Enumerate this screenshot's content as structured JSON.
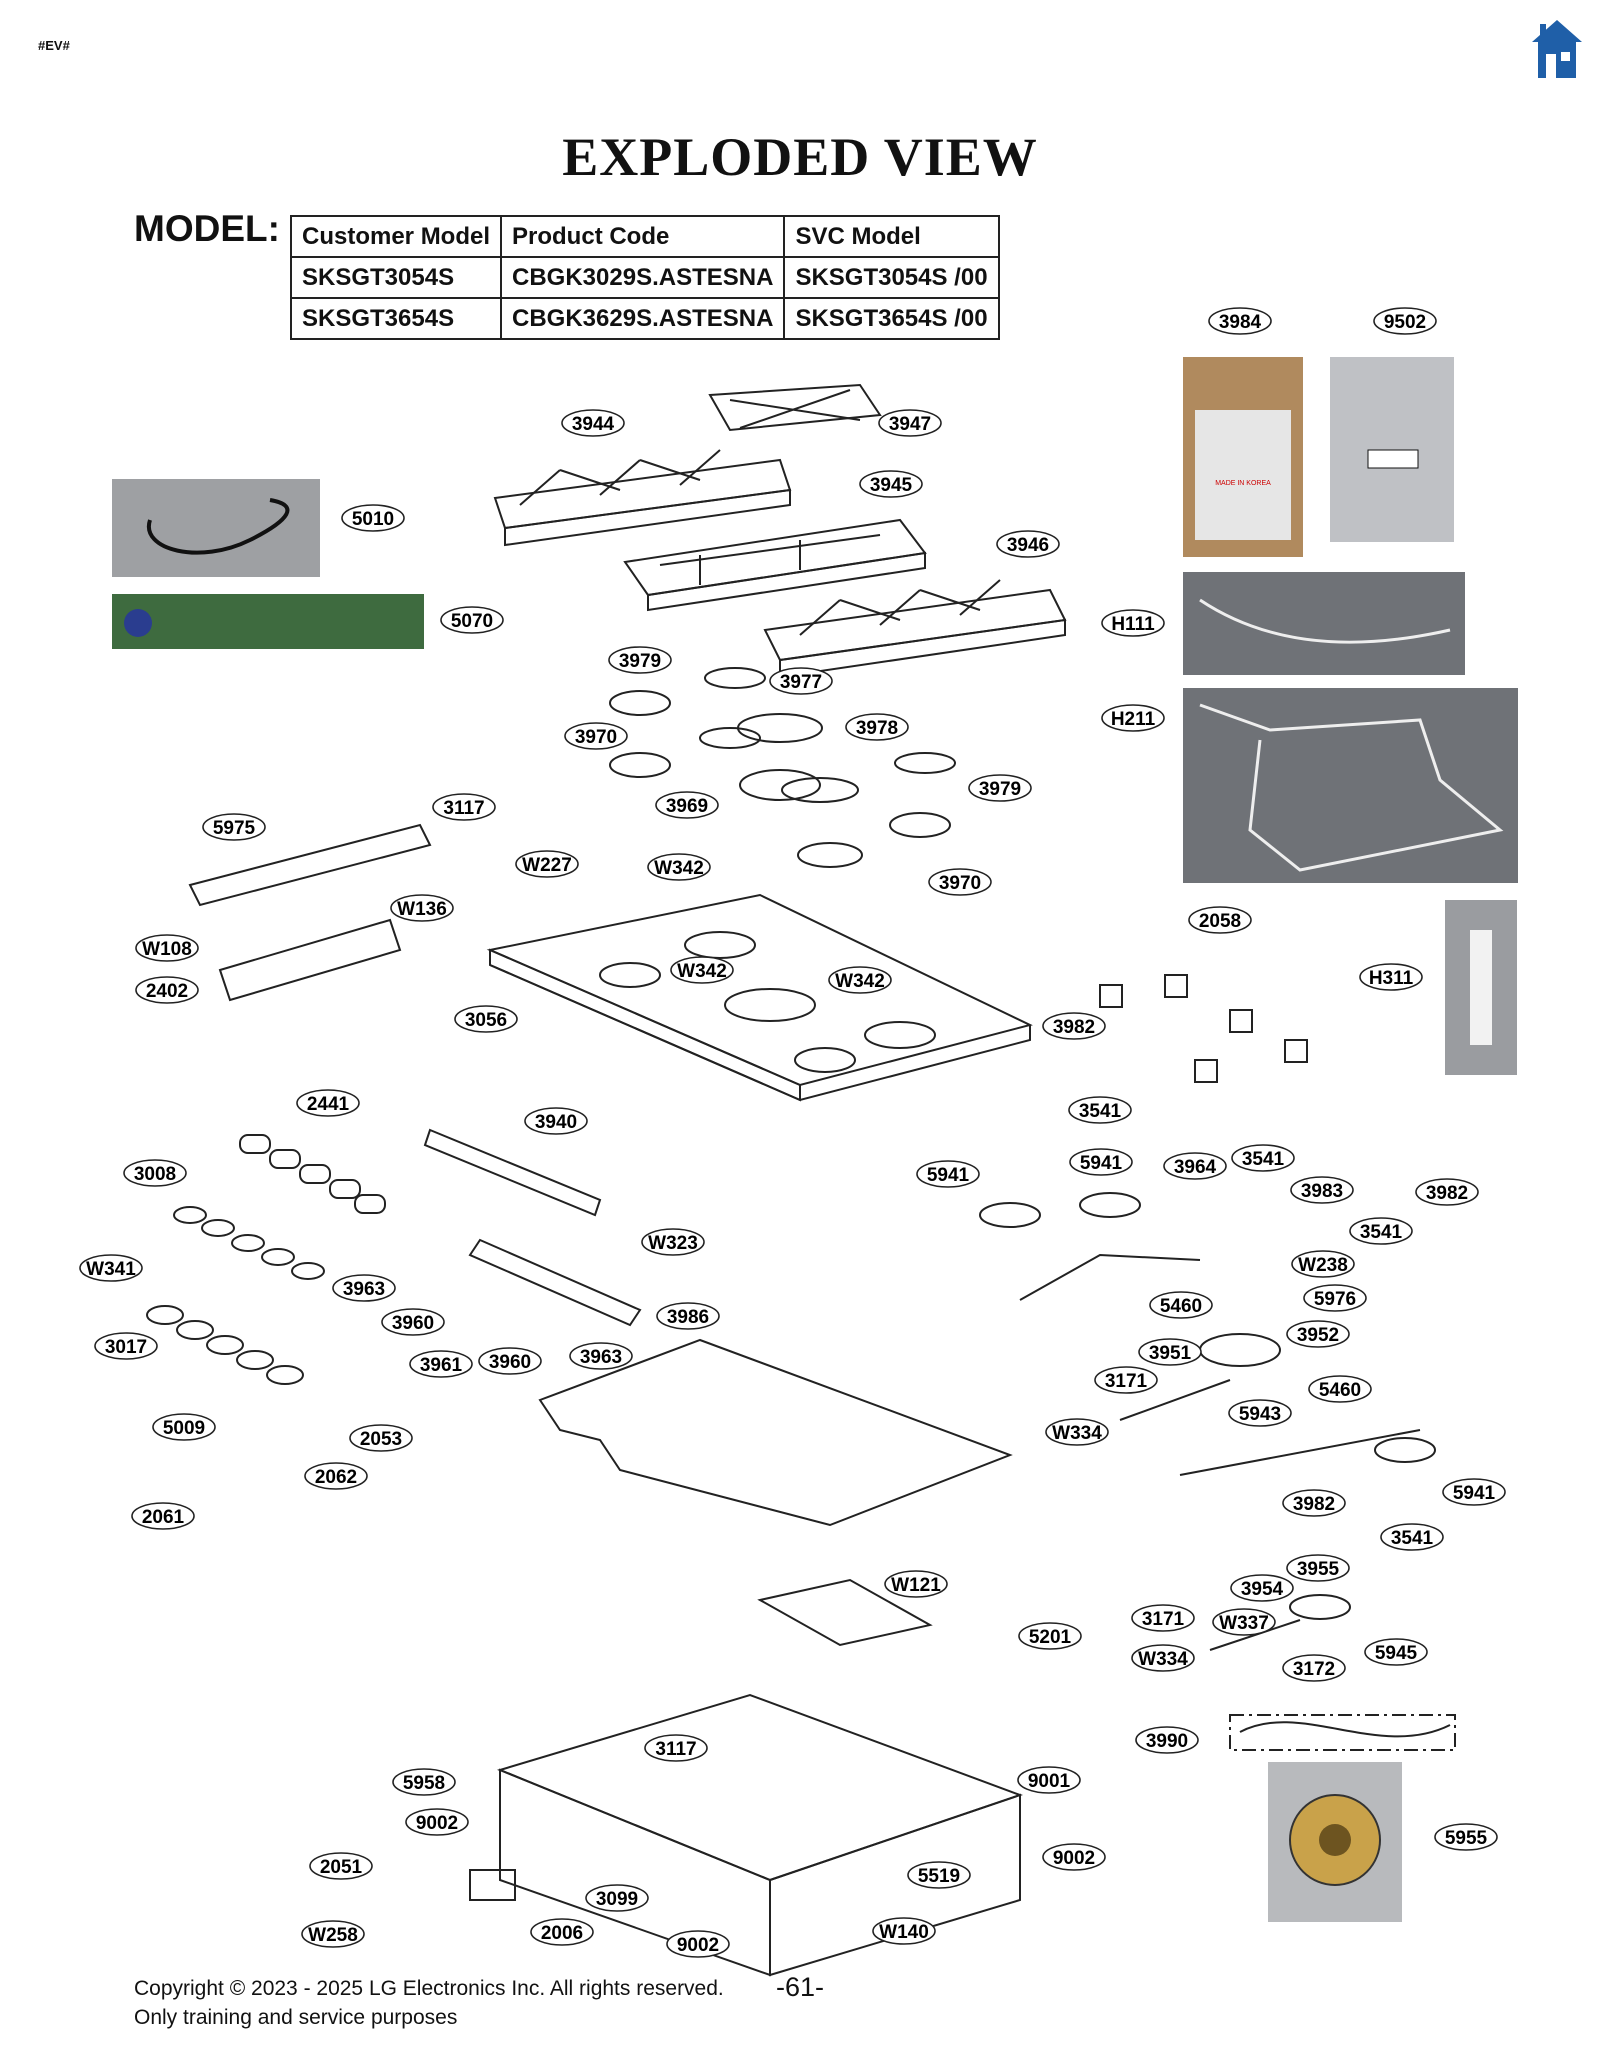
{
  "header": {
    "tag": "#EV#",
    "title": "EXPLODED VIEW",
    "model_label": "MODEL:"
  },
  "model_table": {
    "columns": [
      "Customer Model",
      "Product Code",
      "SVC Model"
    ],
    "rows": [
      [
        "SKSGT3054S",
        "CBGK3029S.ASTESNA",
        "SKSGT3054S  /00"
      ],
      [
        "SKSGT3654S",
        "CBGK3629S.ASTESNA",
        "SKSGT3654S  /00"
      ]
    ]
  },
  "callouts": [
    "3984",
    "9502",
    "3944",
    "3947",
    "3945",
    "3946",
    "5010",
    "5070",
    "H111",
    "H211",
    "3979",
    "3977",
    "3970",
    "3978",
    "3979",
    "3969",
    "3970",
    "3117",
    "5975",
    "W227",
    "W342",
    "W136",
    "W108",
    "2402",
    "W342",
    "W342",
    "3056",
    "2058",
    "H311",
    "3982",
    "3541",
    "2441",
    "3940",
    "3008",
    "5941",
    "5941",
    "3964",
    "3541",
    "3983",
    "3982",
    "3541",
    "W341",
    "W323",
    "W238",
    "3963",
    "3986",
    "5976",
    "5460",
    "3960",
    "3952",
    "3961",
    "3960",
    "3963",
    "3951",
    "3017",
    "5460",
    "3171",
    "5943",
    "W334",
    "5009",
    "2053",
    "2062",
    "5941",
    "2061",
    "3982",
    "3541",
    "3955",
    "3954",
    "W121",
    "3171",
    "W337",
    "5201",
    "W334",
    "5945",
    "3172",
    "3990",
    "3117",
    "5958",
    "9001",
    "5955",
    "9002",
    "2051",
    "9002",
    "5519",
    "3099",
    "W258",
    "2006",
    "9002",
    "W140"
  ],
  "labels": {
    "photo_5984_text": "MADE IN KOREA"
  },
  "footer": {
    "copyright": "Copyright © 2023 - 2025 LG Electronics Inc. All rights reserved.",
    "purpose": "Only training and service purposes",
    "page": "-61-"
  },
  "colors": {
    "home_icon": "#1f5fa8",
    "line_art": "#222222",
    "photo_bg": "#8d9096"
  },
  "icons": {
    "home": "home-icon"
  }
}
